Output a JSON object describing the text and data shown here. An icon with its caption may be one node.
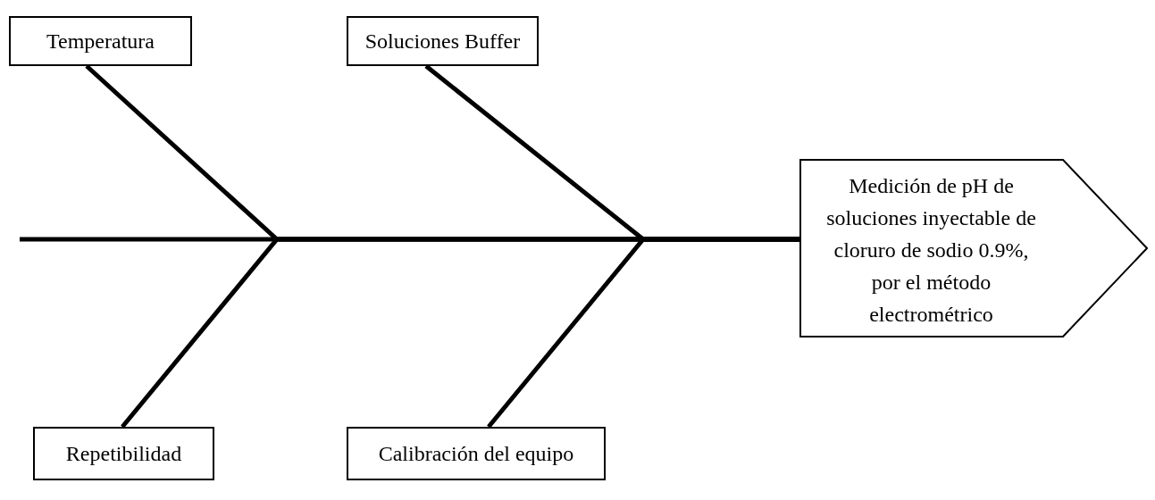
{
  "diagram": {
    "nodes": [
      {
        "text": [
          "Temperatura"
        ]
      },
      {
        "text": [
          "Soluciones Buffer"
        ]
      },
      {
        "text": [
          "Medición de pH de soluciones inyectable de cloruro de sodio 0.9%, por el método electrométrico"
        ]
      },
      {
        "text": [
          "Repetibilidad"
        ]
      },
      {
        "text": [
          "Calibración del equipo"
        ]
      }
    ],
    "edges": [
      {
        "from": null,
        "to": 2,
        "arrow": "none"
      },
      {
        "from": 0,
        "to": 2,
        "arrow": "none"
      },
      {
        "from": 1,
        "to": 2,
        "arrow": "none"
      },
      {
        "from": 3,
        "to": 2,
        "arrow": "none"
      },
      {
        "from": 4,
        "to": 2,
        "arrow": "none"
      }
    ]
  }
}
